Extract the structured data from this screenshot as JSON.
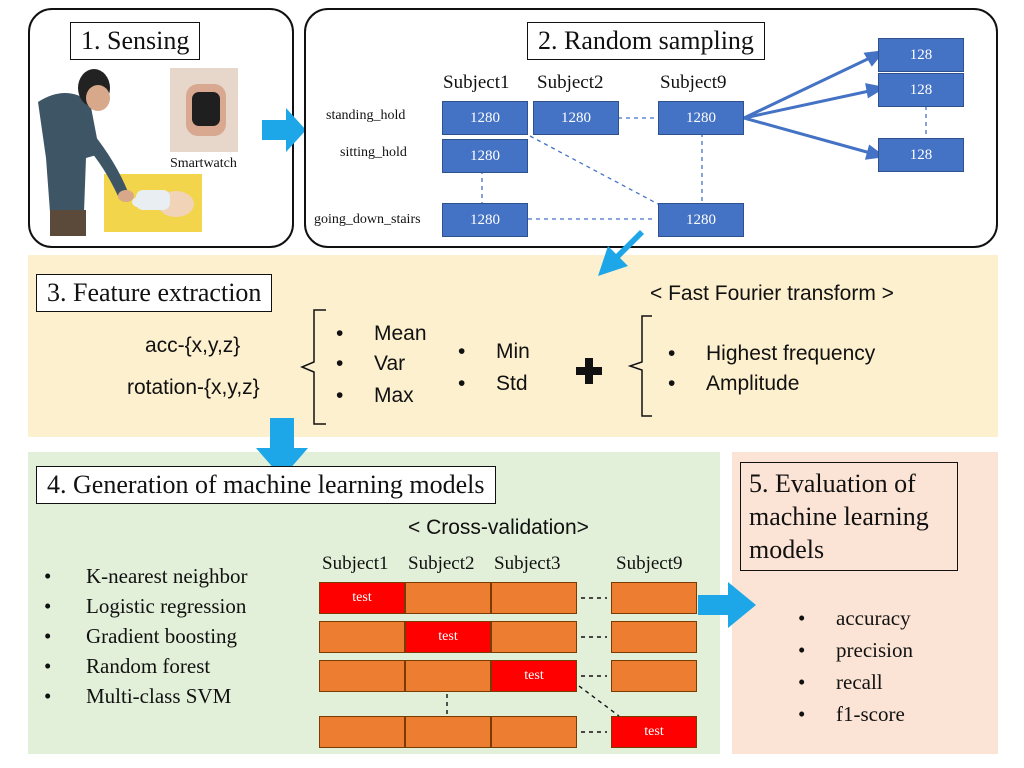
{
  "panel1": {
    "title": "1. Sensing",
    "smartwatch_label": "Smartwatch"
  },
  "panel2": {
    "title": "2. Random sampling",
    "subjects": [
      "Subject1",
      "Subject2",
      "Subject9"
    ],
    "rows": [
      "standing_hold",
      "sitting_hold",
      "going_down_stairs"
    ],
    "window_value": "1280",
    "sample_value": "128"
  },
  "panel3": {
    "title": "3. Feature extraction",
    "fft_title": "< Fast Fourier transform >",
    "inputs": [
      "acc-{x,y,z}",
      "rotation-{x,y,z}"
    ],
    "stats_col1": [
      "Mean",
      "Var",
      "Max"
    ],
    "stats_col2": [
      "Min",
      "Std"
    ],
    "fft_features": [
      "Highest frequency",
      "Amplitude"
    ]
  },
  "panel4": {
    "title": "4. Generation of machine learning models",
    "cv_title": "< Cross-validation>",
    "models": [
      "K-nearest neighbor",
      "Logistic regression",
      "Gradient boosting",
      "Random forest",
      "Multi-class SVM"
    ],
    "cv_subjects": [
      "Subject1",
      "Subject2",
      "Subject3",
      "Subject9"
    ],
    "test_label": "test"
  },
  "panel5": {
    "title": "5. Evaluation of machine learning models",
    "metrics": [
      "accuracy",
      "precision",
      "recall",
      "f1-score"
    ]
  },
  "colors": {
    "blue_box": "#4472c4",
    "arrow": "#1ea7e8",
    "feature_bg": "#fdf0cf",
    "model_bg": "#e2efd9",
    "eval_bg": "#fbe4d5",
    "cv_cell": "#ed7d31",
    "cv_test": "#ff0000"
  }
}
